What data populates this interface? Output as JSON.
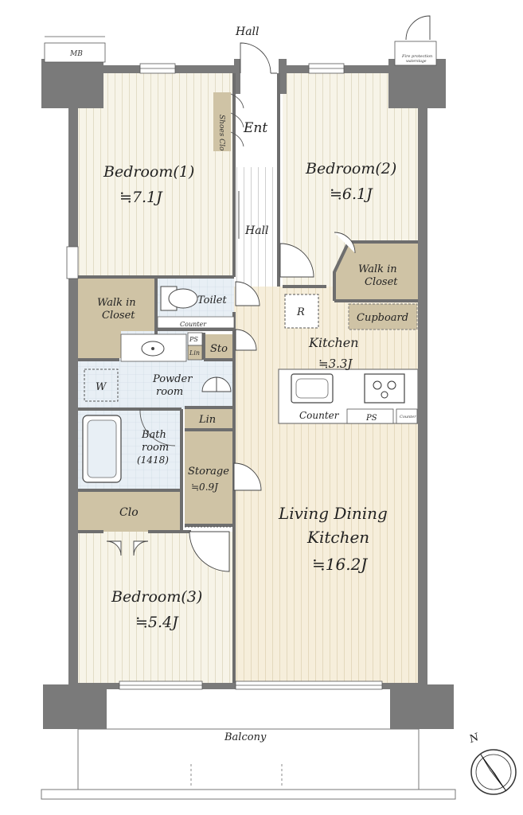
{
  "labels": {
    "hall_top": "Hall",
    "mb": "MB",
    "fire": "Fire protection",
    "fire2": "waterstage",
    "shoes": "Shoes Clo",
    "ent": "Ent",
    "bedroom1": "Bedroom(1)",
    "bedroom1_size": "≒7.1J",
    "bedroom2": "Bedroom(2)",
    "bedroom2_size": "≒6.1J",
    "hall_mid": "Hall",
    "walkin1_a": "Walk in",
    "walkin1_b": "Closet",
    "toilet": "Toilet",
    "counter_small": "Counter",
    "walkin2_a": "Walk in",
    "walkin2_b": "Closet",
    "r": "R",
    "cupboard": "Cupboard",
    "ps1": "PS",
    "lin1": "Lin",
    "sto": "Sto",
    "kitchen": "Kitchen",
    "kitchen_size": "≒3.3J",
    "w": "W",
    "powder_a": "Powder",
    "powder_b": "room",
    "counter_k": "Counter",
    "ps2": "PS",
    "counter_tiny": "Counter",
    "lin2": "Lin",
    "bath_a": "Bath",
    "bath_b": "room",
    "bath_c": "(1418)",
    "storage": "Storage",
    "storage_size": "≒0.9J",
    "ldk_a": "Living Dining",
    "ldk_b": "Kitchen",
    "ldk_size": "≒16.2J",
    "clo": "Clo",
    "bedroom3": "Bedroom(3)",
    "bedroom3_size": "≒5.4J",
    "balcony": "Balcony",
    "north": "N"
  },
  "colors": {
    "wall": "#7a7a7a",
    "floor_bedroom": "#f6f3e6",
    "floor_ldk": "#f6eedb",
    "floor_hall": "#ffffff",
    "closet": "#cfc3a5",
    "wet_area": "#e6eef4",
    "stripe": "#e6dfc8"
  }
}
